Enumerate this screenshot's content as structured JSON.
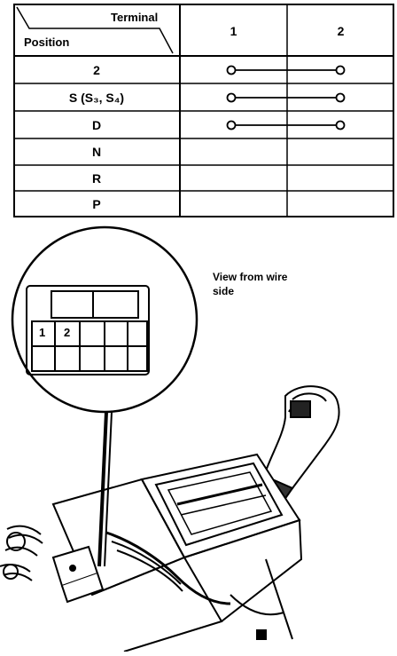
{
  "table": {
    "corner": {
      "terminal_label": "Terminal",
      "position_label": "Position"
    },
    "columns": [
      "1",
      "2"
    ],
    "rows": [
      {
        "position": "2",
        "connected": true
      },
      {
        "position": "S (S₃, S₄)",
        "connected": true
      },
      {
        "position": "D",
        "connected": true
      },
      {
        "position": "N",
        "connected": false
      },
      {
        "position": "R",
        "connected": false
      },
      {
        "position": "P",
        "connected": false
      }
    ]
  },
  "illustration": {
    "view_note": "View from wire\nside",
    "connector_pins": [
      "1",
      "2"
    ]
  }
}
